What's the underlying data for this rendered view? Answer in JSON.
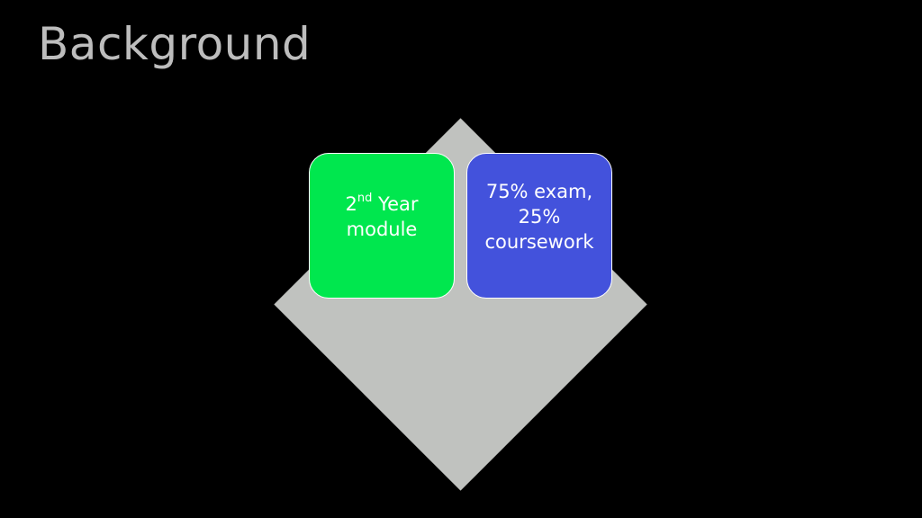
{
  "slide": {
    "title": "Background"
  },
  "diagram": {
    "diamond_color": "#c0c2bf",
    "left_box": {
      "color": "#00e74e",
      "number": "2",
      "superscript": "nd",
      "line1_rest": " Year",
      "line2": "module"
    },
    "right_box": {
      "color": "#4352dc",
      "line1": "75% exam,",
      "line2": "25%",
      "line3": "coursework"
    }
  }
}
